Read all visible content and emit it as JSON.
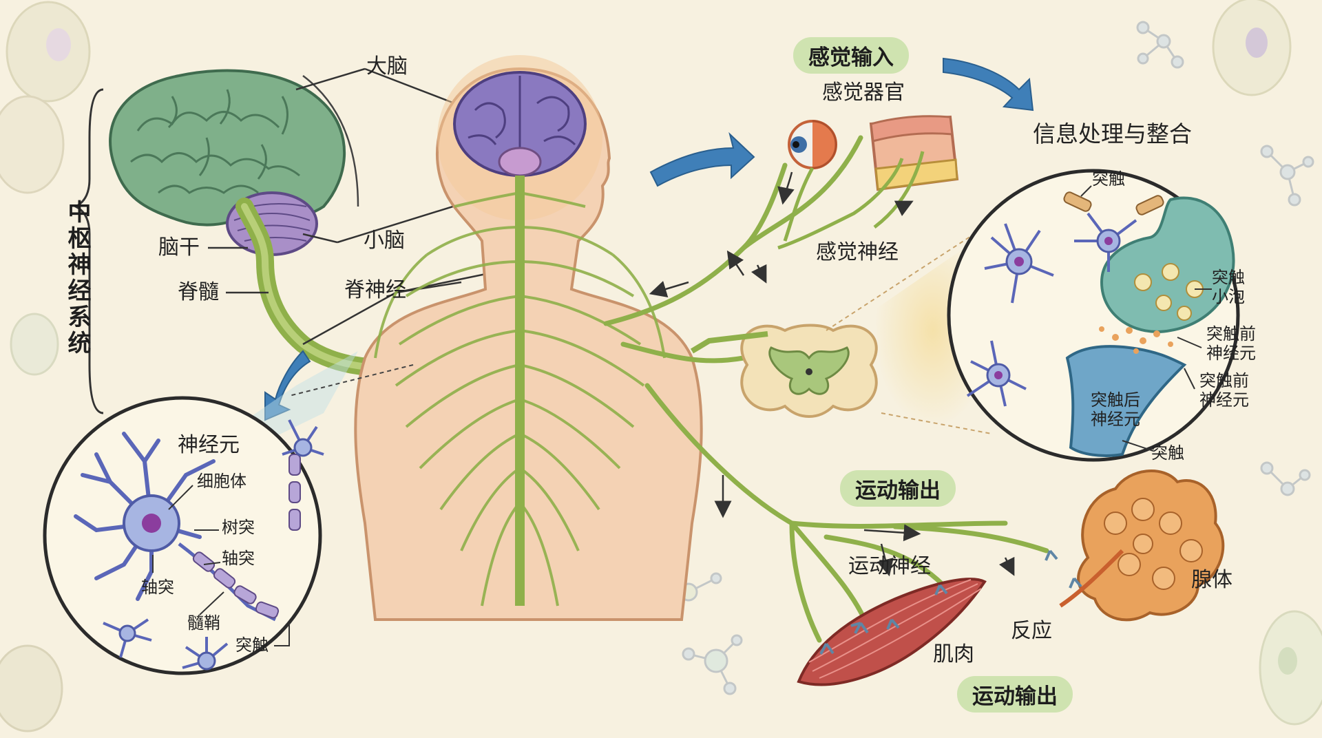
{
  "cns": "中枢神经系统",
  "brain": {
    "cerebrum": "大脑",
    "cerebellum": "小脑",
    "brainstem": "脑干",
    "spinal_cord": "脊髓",
    "spinal_nerves": "脊神经"
  },
  "sensory": {
    "title": "感觉输入",
    "organs": "感觉器官",
    "nerve": "感觉神经"
  },
  "processing": {
    "title": "信息处理与整合",
    "synapse_top": "突触",
    "vesicle_1": "突触",
    "vesicle_2": "小泡",
    "pre_a_1": "突触前",
    "pre_a_2": "神经元",
    "pre_b_1": "突触前",
    "pre_b_2": "神经元",
    "post_1": "突触后",
    "post_2": "神经元",
    "synapse_bottom": "突触"
  },
  "neuron": {
    "title": "神经元",
    "soma": "细胞体",
    "dendrite": "树突",
    "axon_right": "轴突",
    "axon_left": "轴突",
    "myelin": "髓鞘",
    "synapse": "突触"
  },
  "motor": {
    "title_top": "运动输出",
    "nerve": "运动神经",
    "gland": "腺体",
    "muscle": "肌肉",
    "reaction": "反应",
    "title_bottom": "运动输出"
  },
  "colors": {
    "background": "#f7f1e0",
    "nerve_green": "#8fb04a",
    "brain_purple": "#8a79c0",
    "brain_green": "#7fb08a",
    "arrow_blue": "#3f7fb8",
    "pill_green": "#cfe3b0",
    "skin": "#f4d2b4",
    "muscle_red": "#c0504a",
    "gland_orange": "#e9a25c",
    "neuron_blue": "#7f88d0"
  }
}
